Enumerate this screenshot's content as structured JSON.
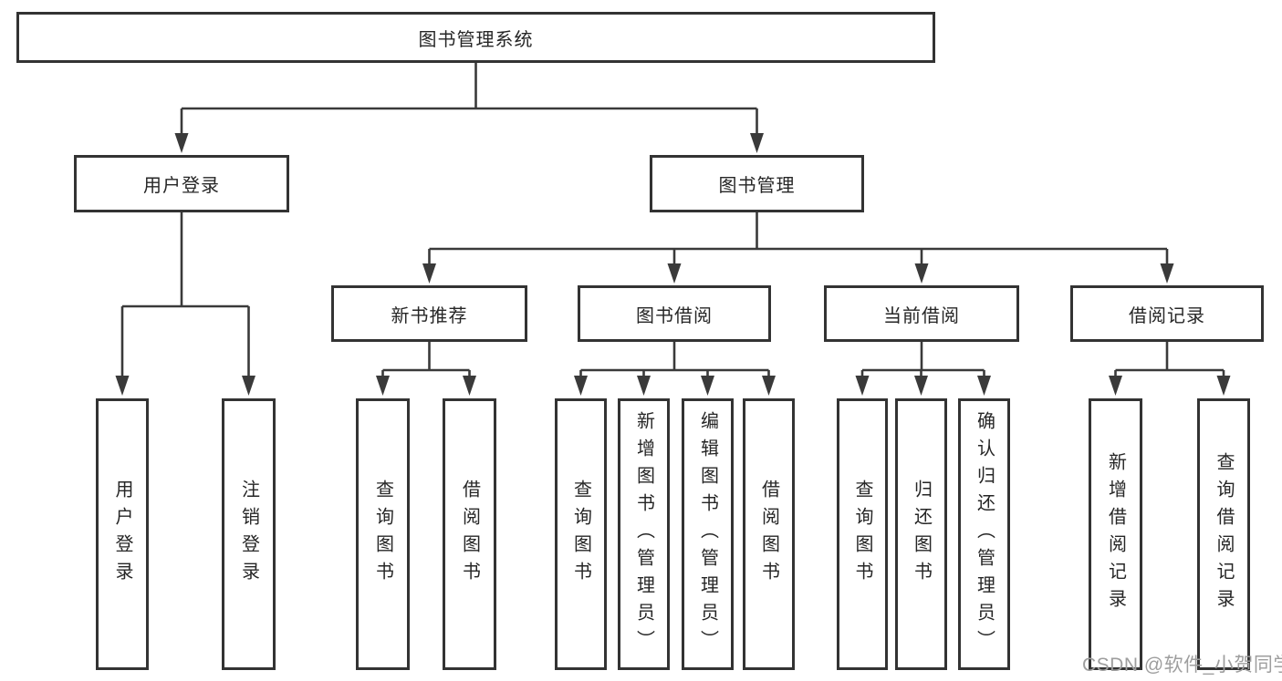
{
  "diagram": {
    "tree": {
      "label": "图书管理系统",
      "children": [
        {
          "label": "用户登录",
          "children": [
            {
              "label": "用户登录"
            },
            {
              "label": "注销登录"
            }
          ]
        },
        {
          "label": "图书管理",
          "children": [
            {
              "label": "新书推荐",
              "children": [
                {
                  "label": "查询图书"
                },
                {
                  "label": "借阅图书"
                }
              ]
            },
            {
              "label": "图书借阅",
              "children": [
                {
                  "label": "查询图书"
                },
                {
                  "label": "新增图书（管理员）"
                },
                {
                  "label": "编辑图书（管理员）"
                },
                {
                  "label": "借阅图书"
                }
              ]
            },
            {
              "label": "当前借阅",
              "children": [
                {
                  "label": "查询图书"
                },
                {
                  "label": "归还图书"
                },
                {
                  "label": "确认归还（管理员）"
                }
              ]
            },
            {
              "label": "借阅记录",
              "children": [
                {
                  "label": "新增借阅记录"
                },
                {
                  "label": "查询借阅记录"
                }
              ]
            }
          ]
        }
      ]
    },
    "colors": {
      "line": "#3a3a3a",
      "border": "#333333",
      "text": "#262626",
      "background": "#ffffff",
      "watermark": "#9e9e9e"
    }
  },
  "watermark": {
    "text": "CSDN @软件_小贺同学"
  }
}
